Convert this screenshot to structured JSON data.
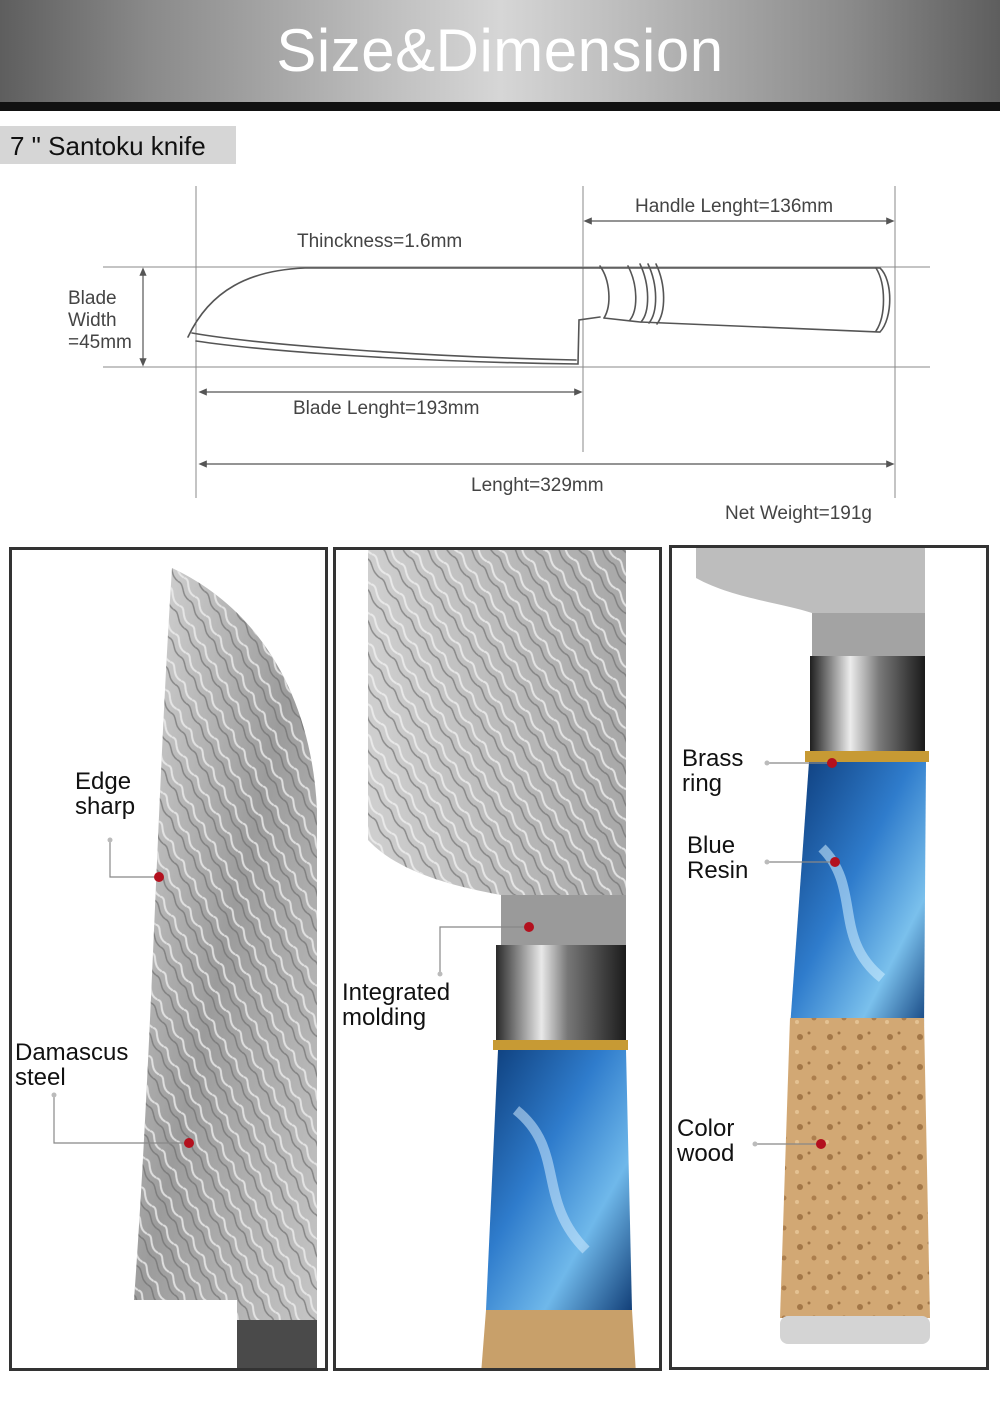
{
  "header": {
    "title": "Size&Dimension"
  },
  "product_tag": {
    "label": "7 \" Santoku knife"
  },
  "dimensions": {
    "thickness": "Thinckness=1.6mm",
    "handle_length": "Handle Lenght=136mm",
    "blade_width_line1": "Blade",
    "blade_width_line2": "Width",
    "blade_width_line3": "=45mm",
    "blade_length": "Blade Lenght=193mm",
    "total_length": "Lenght=329mm",
    "net_weight": "Net Weight=191g"
  },
  "callouts": {
    "edge_line1": "Edge",
    "edge_line2": "sharp",
    "damascus_line1": "Damascus",
    "damascus_line2": "steel",
    "molding_line1": "Integrated",
    "molding_line2": "molding",
    "brass_line1": "Brass",
    "brass_line2": "ring",
    "resin_line1": "Blue",
    "resin_line2": "Resin",
    "wood_line1": "Color",
    "wood_line2": "wood"
  },
  "colors": {
    "marker": "#b3101e",
    "resin": "#1f5fa8",
    "wood": "#c9a06a",
    "steel": "#b9b9b9"
  }
}
